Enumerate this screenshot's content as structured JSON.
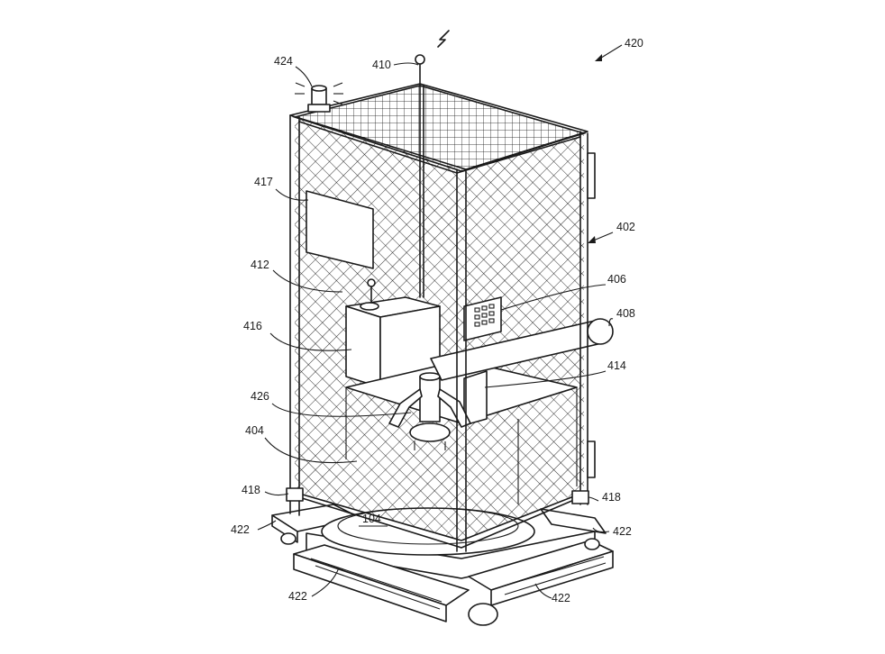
{
  "figure": {
    "labels": {
      "figure_ref": "420",
      "antenna": "410",
      "beacon": "424",
      "door_panel": "417",
      "cage": "402",
      "controller": "412",
      "keypad_unit": "406",
      "arm": "408",
      "housing": "416",
      "arm_mount": "414",
      "gripper": "426",
      "platform": "404",
      "left_support": "418",
      "right_support": "418",
      "left_base": "422",
      "right_base": "422",
      "front_left_base": "422",
      "front_right_base": "422",
      "pad": "104"
    }
  }
}
